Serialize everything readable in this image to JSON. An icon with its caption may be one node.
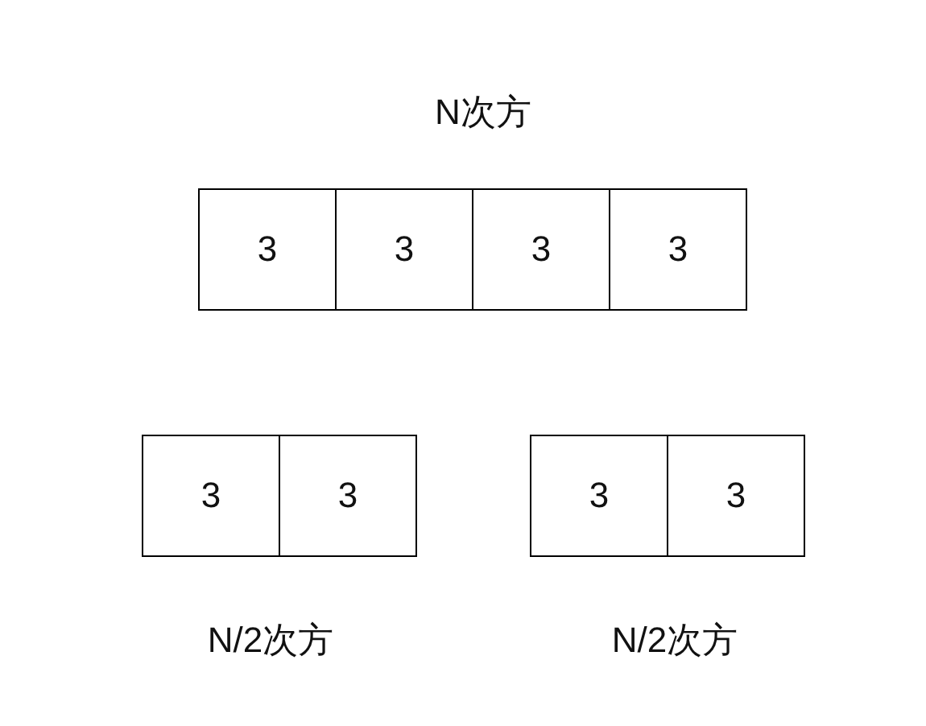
{
  "diagram": {
    "nodes": [
      {
        "text": [
          "3"
        ]
      },
      {
        "text": [
          "3"
        ]
      },
      {
        "text": [
          "3"
        ]
      },
      {
        "text": [
          "3"
        ]
      },
      {
        "text": [
          "3"
        ]
      },
      {
        "text": [
          "3"
        ]
      },
      {
        "text": [
          "3"
        ]
      },
      {
        "text": [
          "3"
        ]
      }
    ],
    "labels": [
      "N次方",
      "N/2次方",
      "N/2次方"
    ]
  }
}
